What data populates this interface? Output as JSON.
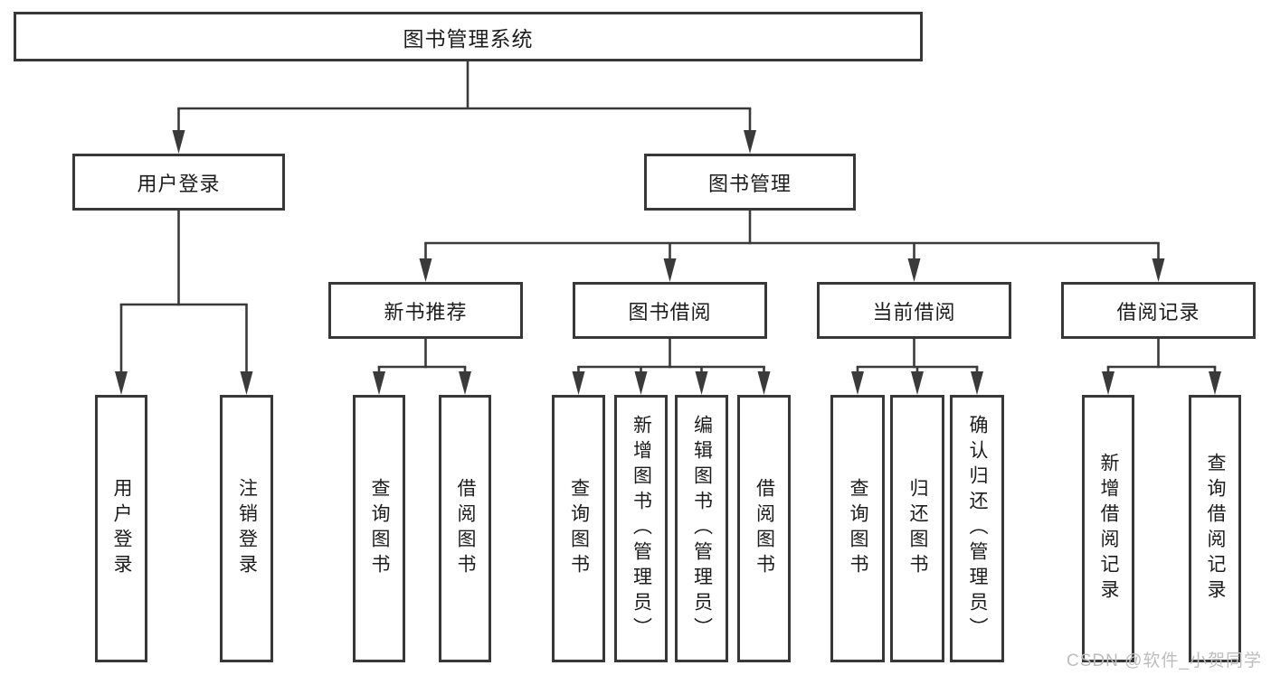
{
  "diagram": {
    "title_node": "图书管理系统",
    "user_login": {
      "label": "用户登录",
      "children": [
        "用户登录",
        "注销登录"
      ]
    },
    "book_mgmt": {
      "label": "图书管理",
      "children": [
        {
          "label": "新书推荐",
          "children": [
            "查询图书",
            "借阅图书"
          ]
        },
        {
          "label": "图书借阅",
          "children": [
            "查询图书",
            "新增图书（管理员）",
            "编辑图书（管理员）",
            "借阅图书"
          ]
        },
        {
          "label": "当前借阅",
          "children": [
            "查询图书",
            "归还图书",
            "确认归还（管理员）"
          ]
        },
        {
          "label": "借阅记录",
          "children": [
            "新增借阅记录",
            "查询借阅记录"
          ]
        }
      ]
    }
  },
  "colors": {
    "line": "#3a3a3a",
    "box_border": "#383838",
    "watermark": "#bdbdbd"
  },
  "watermark": "CSDN @软件_小贺同学"
}
